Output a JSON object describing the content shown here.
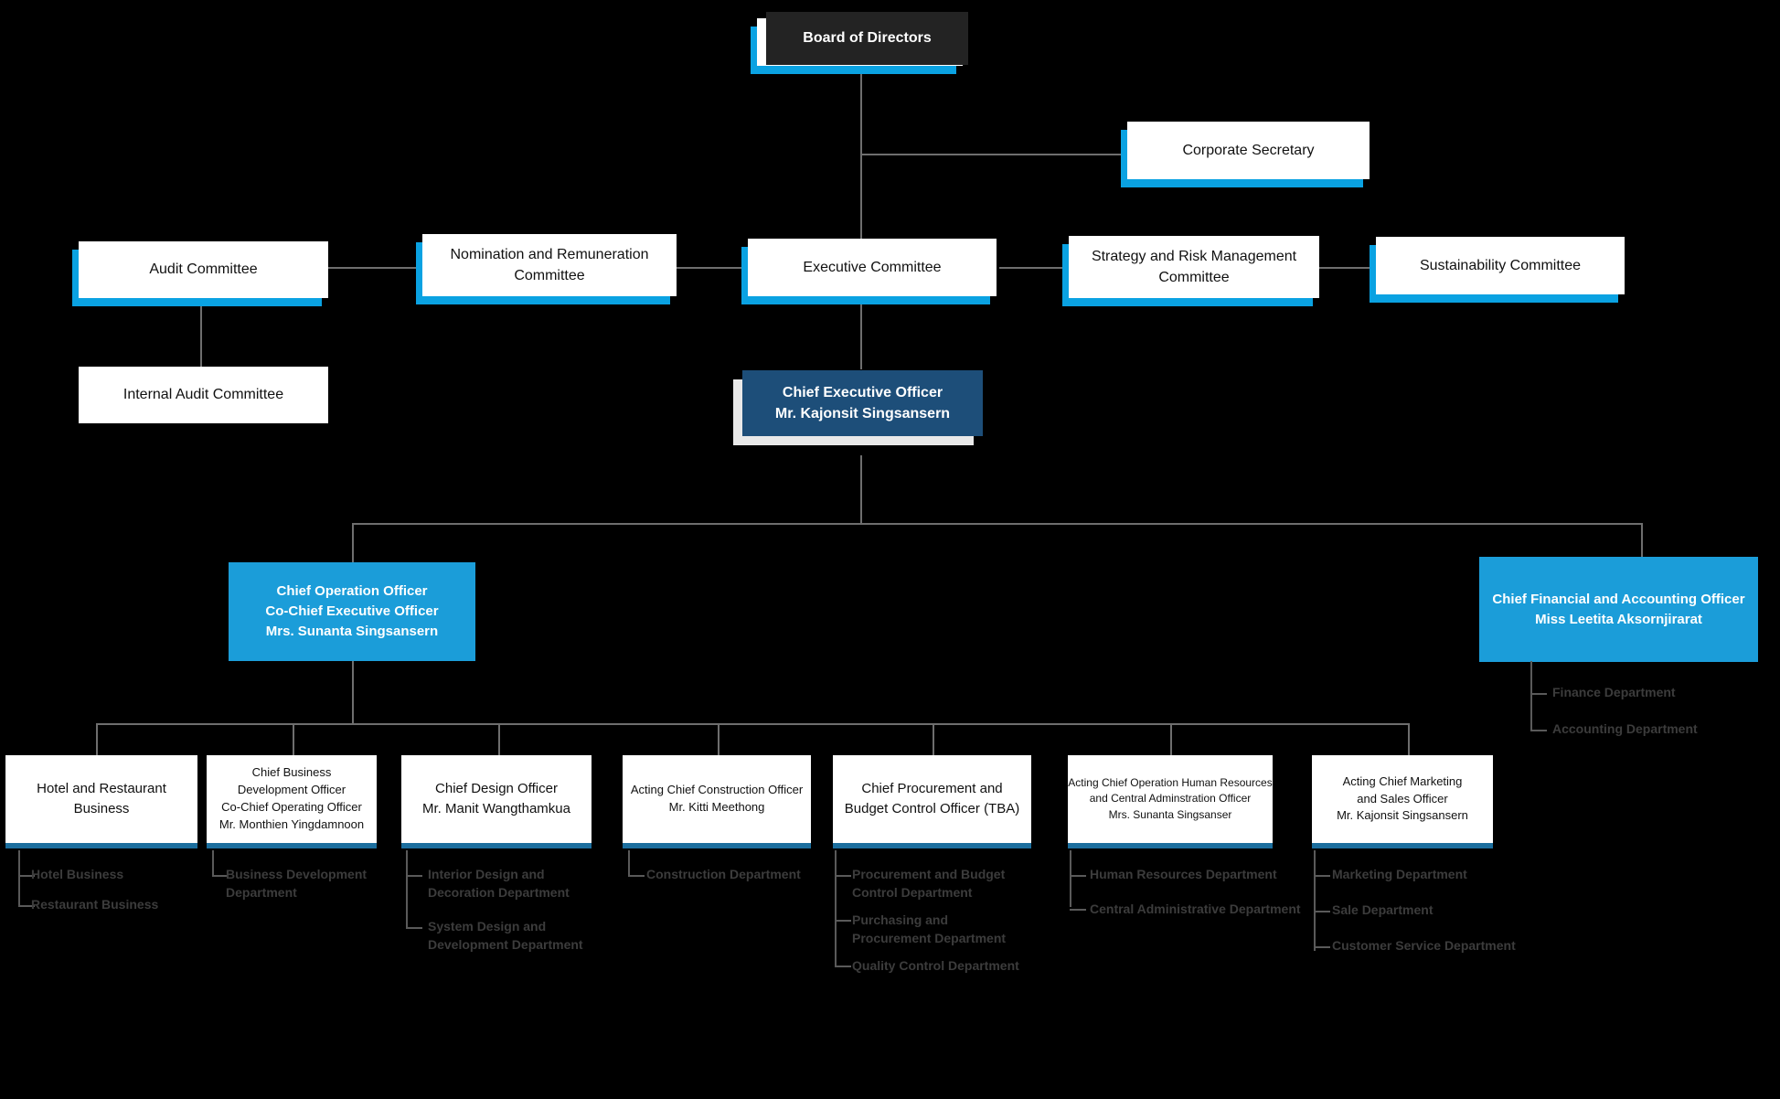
{
  "chart_title": "Board of Directors Organization Chart",
  "colors": {
    "background": "#000000",
    "accent_cyan": "#0aa2e2",
    "node_blue": "#1b9dd9",
    "node_navy": "#1d4e79",
    "rule_blue": "#1b6e9e",
    "connector": "#6e6e6e",
    "dept_text": "#3c3c3c",
    "tooltip_bg": "#232323"
  },
  "nodes": {
    "board_of_directors": {
      "label": "Board of Directors"
    },
    "board_tooltip": {
      "label": "Board of Directors"
    },
    "corporate_secretary": {
      "label": "Corporate Secretary"
    },
    "audit_committee": {
      "label": "Audit Committee"
    },
    "internal_audit_committee": {
      "label": "Internal Audit  Committee"
    },
    "nomination_committee": {
      "line1": "Nomination and Remuneration",
      "line2": "Committee"
    },
    "executive_committee": {
      "label": "Executive Committee"
    },
    "strategy_risk_committee": {
      "line1": "Strategy and Risk Management",
      "line2": "Committee"
    },
    "sustainability_committee": {
      "label": "Sustainability Committee"
    },
    "ceo": {
      "line1": "Chief Executive Officer",
      "line2": "Mr. Kajonsit Singsansern"
    },
    "coo": {
      "line1": "Chief Operation Officer",
      "line2": "Co-Chief Executive Officer",
      "line3": "Mrs. Sunanta Singsansern"
    },
    "cfo": {
      "line1": "Chief Financial and Accounting Officer",
      "line2": "Miss Leetita Aksornjirarat"
    },
    "hotel_restaurant": {
      "line1": "Hotel and Restaurant",
      "line2": "Business"
    },
    "business_development": {
      "line1": "Chief Business",
      "line2": "Development Officer",
      "line3": "Co-Chief Operating Officer",
      "line4": "Mr. Monthien Yingdamnoon"
    },
    "design_officer": {
      "line1": "Chief Design Officer",
      "line2": "Mr. Manit Wangthamkua"
    },
    "construction_officer": {
      "line1": "Acting Chief Construction Officer",
      "line2": "Mr. Kitti Meethong"
    },
    "procurement_officer": {
      "line1": "Chief Procurement and",
      "line2": "Budget Control Officer (TBA)"
    },
    "hr_admin_officer": {
      "line1": "Acting Chief Operation Human Resources",
      "line2": "and Central Adminstration Officer",
      "line3": "Mrs. Sunanta Singsanser"
    },
    "marketing_sales_officer": {
      "line1": "Acting Chief Marketing",
      "line2": "and Sales Officer",
      "line3": "Mr. Kajonsit Singsansern"
    }
  },
  "departments": {
    "cfo": [
      "Finance Department",
      "Accounting Department"
    ],
    "hotel_restaurant": [
      "Hotel Business",
      "Restaurant Business"
    ],
    "business_development": [
      "Business Development\nDepartment"
    ],
    "design": [
      "Interior Design and\nDecoration Department",
      "System Design and\nDevelopment Department"
    ],
    "construction": [
      "Construction Department"
    ],
    "procurement": [
      "Procurement and Budget\nControl Department",
      "Purchasing and\nProcurement Department",
      "Quality Control Department"
    ],
    "hr_admin": [
      "Human Resources Department",
      "Central Administrative Department"
    ],
    "marketing_sales": [
      "Marketing Department",
      "Sale Department",
      "Customer Service Department"
    ]
  }
}
